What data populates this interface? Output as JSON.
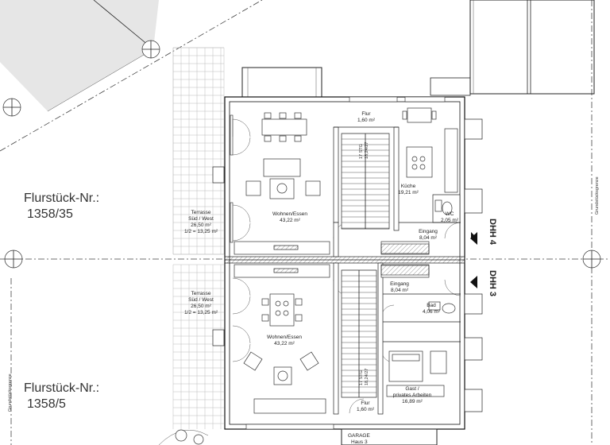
{
  "parcels": [
    {
      "label": "Flurstück-Nr.:",
      "number": "1358/35"
    },
    {
      "label": "Flurstück-Nr.:",
      "number": "1358/5"
    }
  ],
  "boundary_labels": [
    "Grundstücksgrenze",
    "Grundstücksgrenze"
  ],
  "houses": [
    {
      "label": "DHH 4"
    },
    {
      "label": "DHH 3"
    }
  ],
  "upper_rooms": {
    "flur": {
      "name": "Flur",
      "area": "1,60 m²"
    },
    "kueche": {
      "name": "Küche",
      "area": "19,21 m²"
    },
    "wohnen": {
      "name": "Wohnen/Essen",
      "area": "43,22 m²"
    },
    "wc": {
      "name": "WC",
      "area": "2,05 m²"
    },
    "eingang": {
      "name": "Eingang",
      "area": "8,04 m²"
    },
    "terrasse": {
      "name": "Terrasse",
      "orientation": "Süd / West",
      "area": "26,50 m²",
      "share": "1/2 = 13,25 m²"
    },
    "stair": {
      "steps": "17 STG",
      "dims": "18,24/27"
    }
  },
  "lower_rooms": {
    "eingang": {
      "name": "Eingang",
      "area": "8,04 m²"
    },
    "bad": {
      "name": "Bad",
      "area": "4,06 m²"
    },
    "wohnen": {
      "name": "Wohnen/Essen",
      "area": "43,22 m²"
    },
    "terrasse": {
      "name": "Terrasse",
      "orientation": "Süd / West",
      "area": "26,50 m²",
      "share": "1/2 = 13,25 m²"
    },
    "gast": {
      "name": "Gast /",
      "name2": "privates Arbeiten",
      "area": "16,89 m²"
    },
    "flur": {
      "name": "Flur",
      "area": "1,60 m²"
    },
    "stair": {
      "steps": "17 STG",
      "dims": "18,24/27"
    }
  },
  "garage": {
    "label": "GARAGE",
    "sub": "Haus 3"
  }
}
